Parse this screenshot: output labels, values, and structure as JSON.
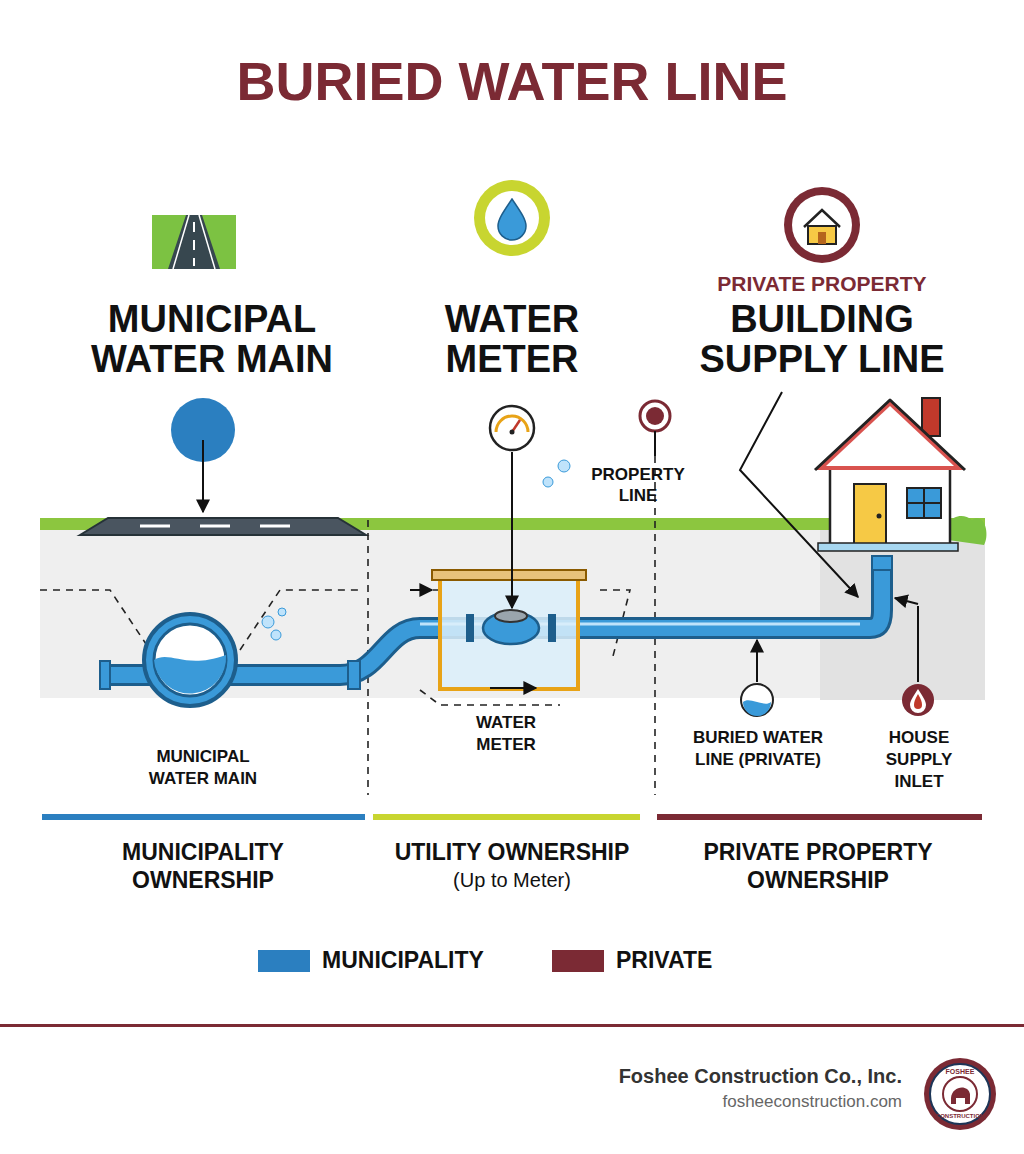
{
  "diagram": {
    "title": "BURIED WATER LINE",
    "labels": [
      "MUNICIPAL WATER MAIN",
      "WATER METER",
      "PRIVATE PROPERTY",
      "BUILDING SUPPLY LINE",
      "PROPERTY LINE",
      "MUNICIPAL WATER MAIN",
      "WATER METER",
      "BURIED WATER LINE (PRIVATE)",
      "HOUSE SUPPLY INLET",
      "MUNICIPALITY OWNERSHIP",
      "UTILITY OWNERSHIP",
      "(Up to Meter)",
      "PRIVATE PROPERTY OWNERSHIP",
      "Foshee Construction Co., Inc.",
      "fosheeconstruction.com",
      "FOSHEE",
      "CONSTRUCTION"
    ],
    "legend": [
      {
        "text": "MUNICIPALITY",
        "color": "#2b7fc0"
      },
      {
        "text": "PRIVATE",
        "color": "#7b2a34"
      }
    ]
  }
}
